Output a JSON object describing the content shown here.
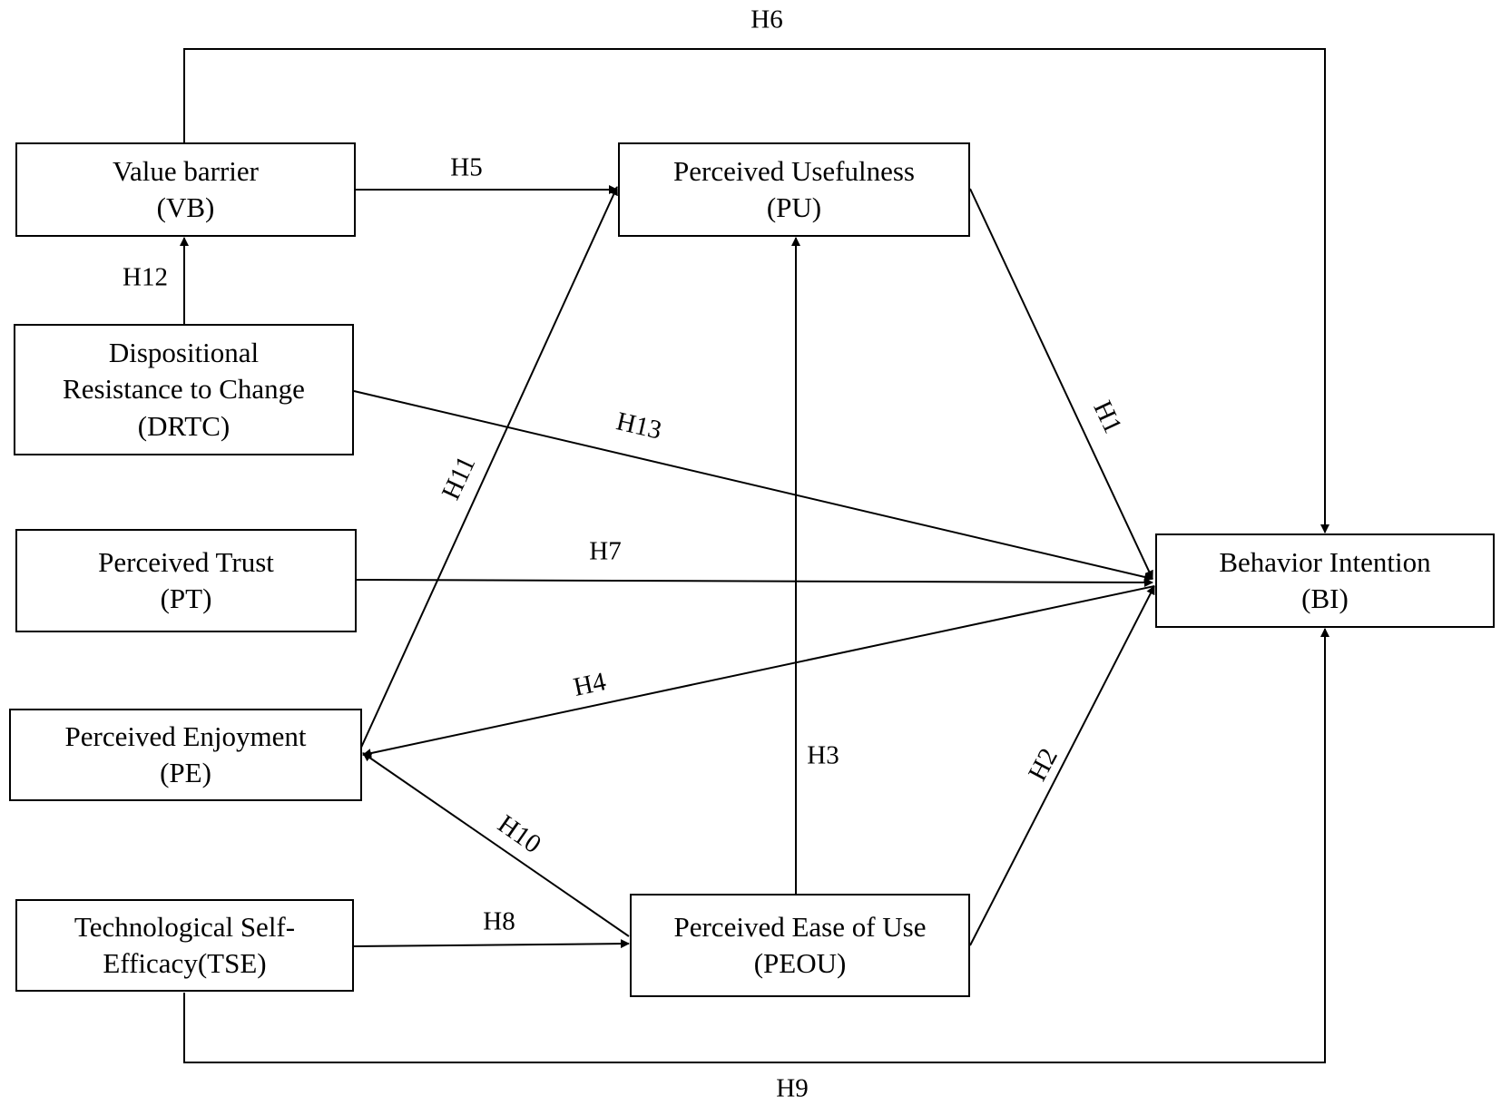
{
  "nodes": {
    "vb": {
      "line1": "Value barrier",
      "line2": "(VB)"
    },
    "pu": {
      "line1": "Perceived Usefulness",
      "line2": "(PU)"
    },
    "drtc": {
      "line1": "Dispositional",
      "line2": "Resistance to Change",
      "line3": "(DRTC)"
    },
    "pt": {
      "line1": "Perceived Trust",
      "line2": "(PT)"
    },
    "bi": {
      "line1": "Behavior Intention",
      "line2": "(BI)"
    },
    "pe": {
      "line1": "Perceived Enjoyment",
      "line2": "(PE)"
    },
    "tse": {
      "line1": "Technological Self-",
      "line2": "Efficacy(TSE)"
    },
    "peou": {
      "line1": "Perceived Ease of Use",
      "line2": "(PEOU)"
    }
  },
  "hypotheses": {
    "h1": "H1",
    "h2": "H2",
    "h3": "H3",
    "h4": "H4",
    "h5": "H5",
    "h6": "H6",
    "h7": "H7",
    "h8": "H8",
    "h9": "H9",
    "h10": "H10",
    "h11": "H11",
    "h12": "H12",
    "h13": "H13"
  }
}
